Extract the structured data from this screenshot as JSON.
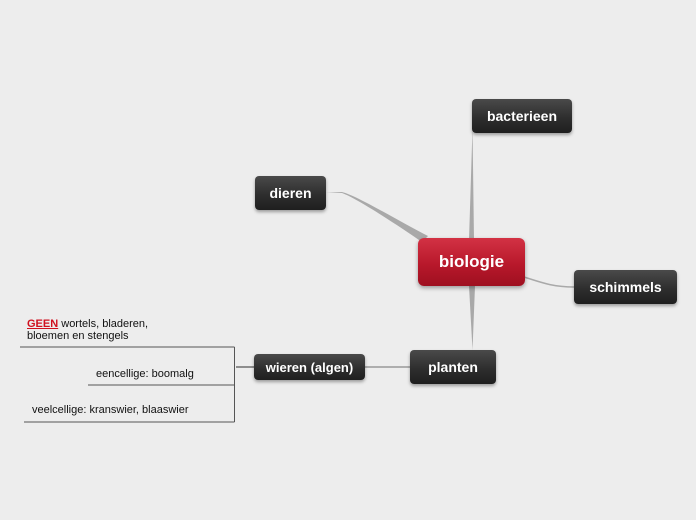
{
  "center": {
    "label": "biologie"
  },
  "branches": {
    "bacterieen": "bacterieen",
    "dieren": "dieren",
    "schimmels": "schimmels",
    "planten": "planten",
    "wieren": "wieren (algen)"
  },
  "notes": {
    "geen_highlight": "GEEN",
    "geen_rest_1": " wortels, bladeren,",
    "geen_rest_2": "bloemen en stengels",
    "eencellige": "eencellige: boomalg",
    "veelcellige": "veelcellige: kranswier, blaaswier"
  },
  "colors": {
    "center": "#b8182b",
    "node": "#2e2e2e",
    "highlight": "#d0101e",
    "connector": "#a8a8a8",
    "background": "#ededed"
  }
}
